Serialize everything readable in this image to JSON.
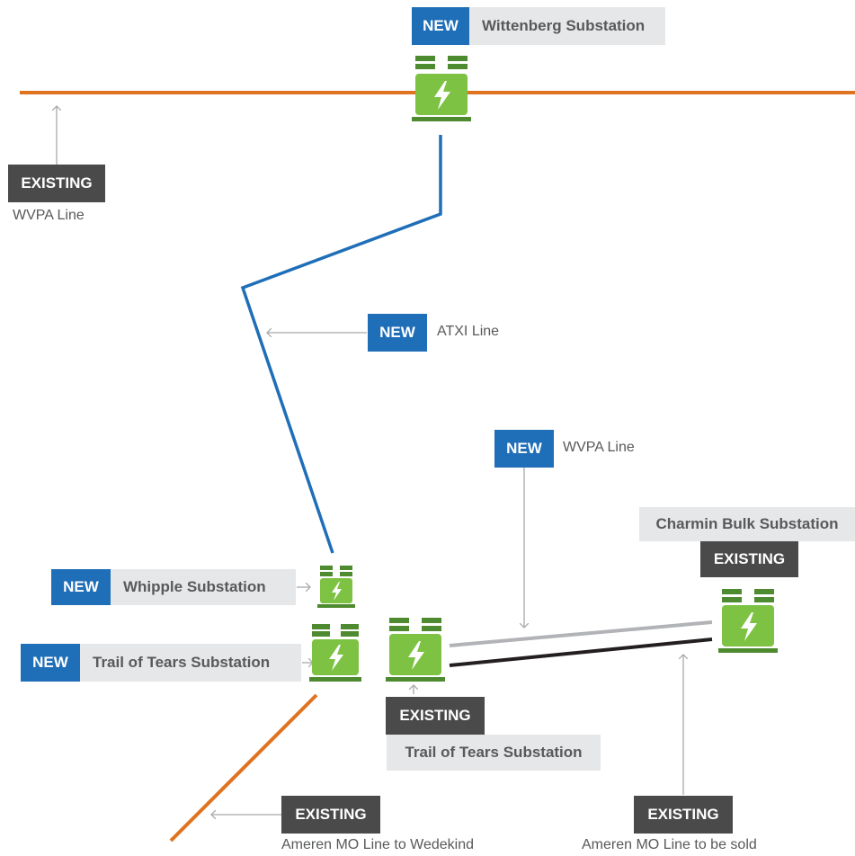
{
  "colors": {
    "new": "#1f6eb8",
    "existing": "#4a4a4b",
    "orange_line": "#e07320",
    "blue_line": "#1f6eb8",
    "substation_green": "#7dc242",
    "label_bg": "#e6e7e8"
  },
  "labels": {
    "wittenberg": {
      "tag": "NEW",
      "name": "Wittenberg Substation"
    },
    "wvpa_top": {
      "tag": "EXISTING",
      "caption": "WVPA Line"
    },
    "atxi": {
      "tag": "NEW",
      "caption": "ATXI Line"
    },
    "wvpa_new": {
      "tag": "NEW",
      "caption": "WVPA Line"
    },
    "charmin": {
      "name": "Charmin Bulk Substation",
      "tag": "EXISTING"
    },
    "whipple": {
      "tag": "NEW",
      "name": "Whipple Substation"
    },
    "trail_new": {
      "tag": "NEW",
      "name": "Trail of Tears Substation"
    },
    "trail_existing": {
      "tag": "EXISTING",
      "name": "Trail of Tears Substation"
    },
    "ameren_wedekind": {
      "tag": "EXISTING",
      "caption": "Ameren MO Line to Wedekind"
    },
    "ameren_sold": {
      "tag": "EXISTING",
      "caption": "Ameren MO Line to be sold"
    }
  },
  "icons": {
    "substation": "substation-icon",
    "arrow": "arrow-icon"
  }
}
